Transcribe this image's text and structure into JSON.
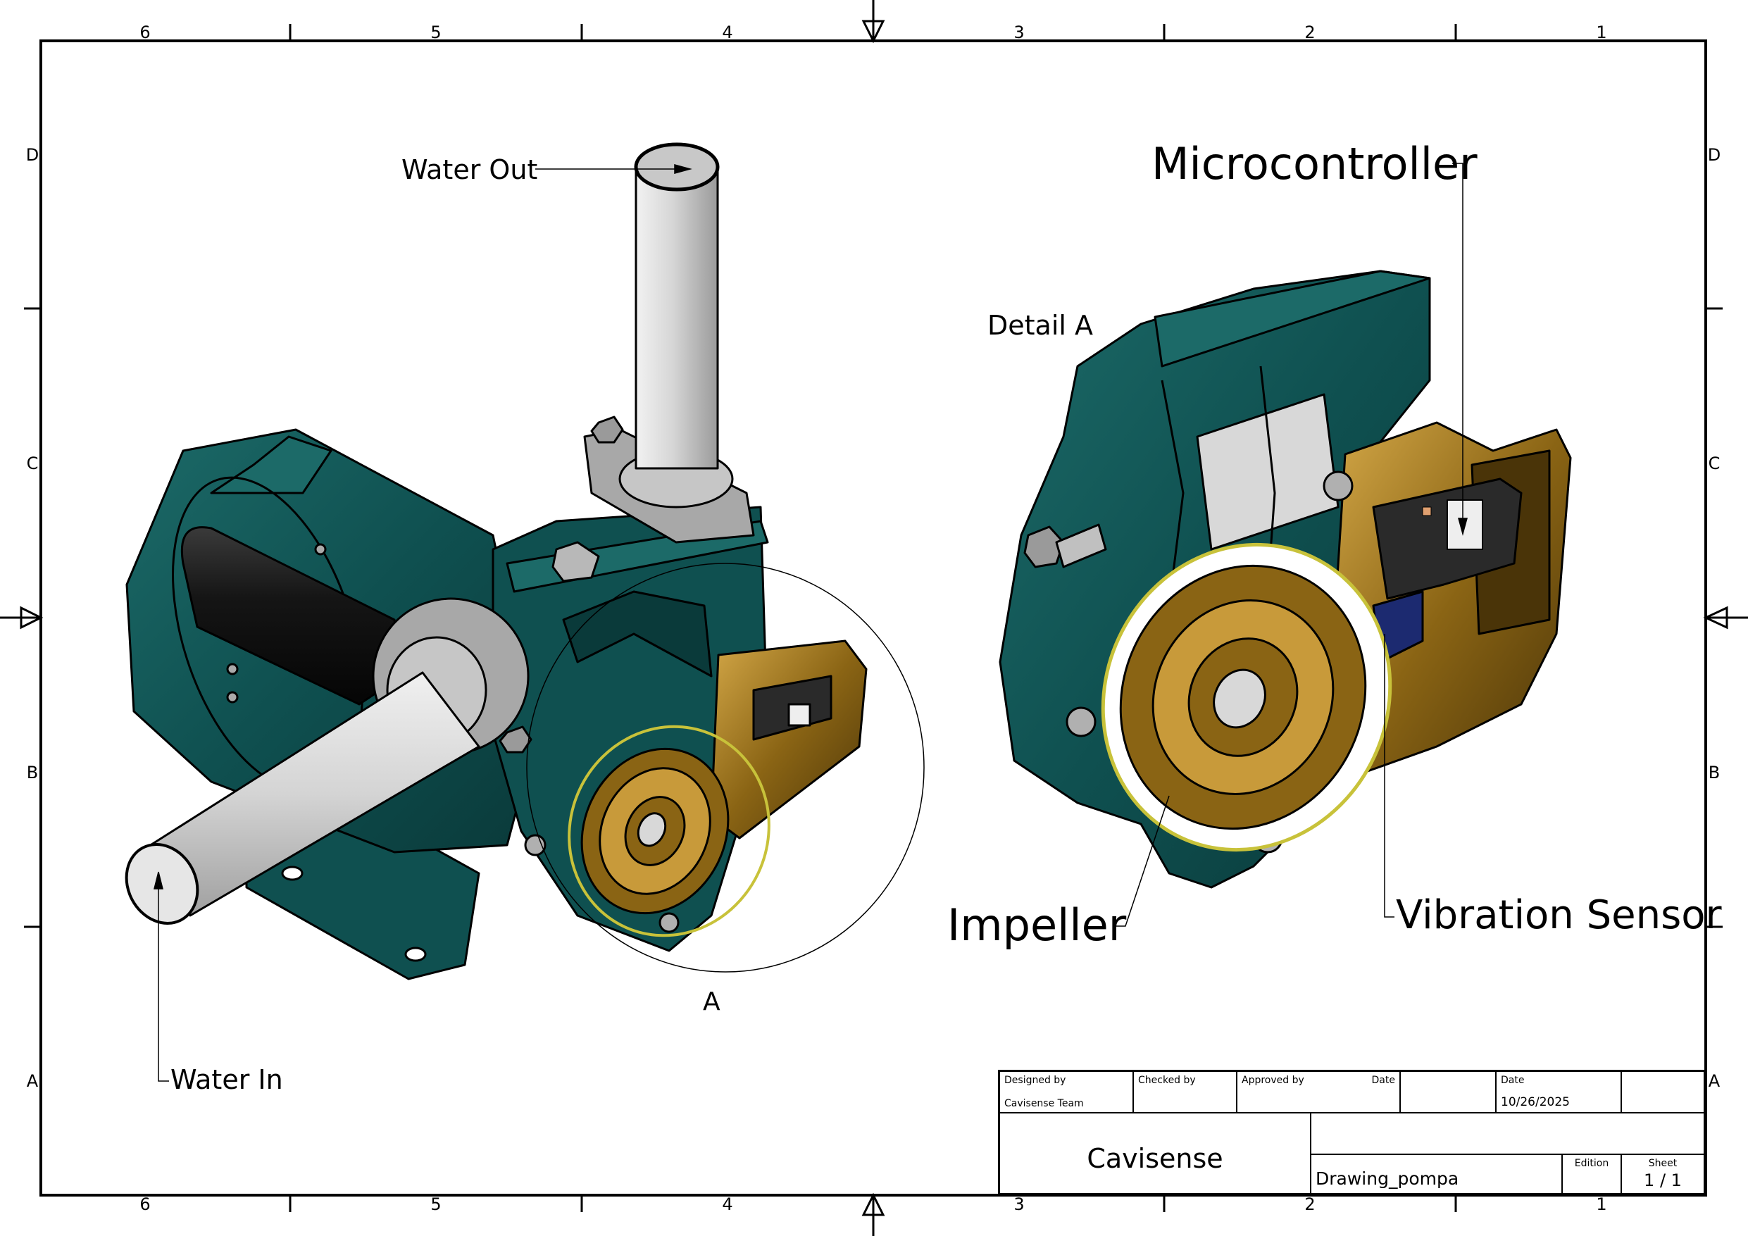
{
  "sheet": {
    "column_markers": [
      "6",
      "5",
      "4",
      "3",
      "2",
      "1"
    ],
    "row_markers": [
      "D",
      "C",
      "B",
      "A"
    ]
  },
  "views": {
    "main": {
      "detail_circle_label": "A",
      "callouts": {
        "water_out": "Water Out",
        "water_in": "Water In"
      }
    },
    "detail": {
      "title": "Detail A",
      "callouts": {
        "microcontroller": "Microcontroller",
        "impeller": "Impeller",
        "vibration_sensor": "Vibration Sensor"
      }
    }
  },
  "colors": {
    "housing_teal": "#0f5050",
    "housing_teal_light": "#1c6a68",
    "housing_teal_dark": "#0a3a3a",
    "brass": "#8a6414",
    "brass_light": "#c89a3a",
    "pipe_grey": "#d8d8d8",
    "clamp_grey": "#a8a8a8",
    "motor_black": "#151515",
    "pcb_dark": "#2a2a2a",
    "pcb_blue": "#1c2a70"
  },
  "title_block": {
    "designed_by_label": "Designed by",
    "designed_by_value": "Cavisense Team",
    "checked_by_label": "Checked by",
    "approved_by_label": "Approved by",
    "approved_date_label": "Date",
    "date_label": "Date",
    "date_value": "10/26/2025",
    "company": "Cavisense",
    "drawing_name": "Drawing_pompa",
    "edition_label": "Edition",
    "sheet_label": "Sheet",
    "sheet_value": "1 / 1"
  }
}
